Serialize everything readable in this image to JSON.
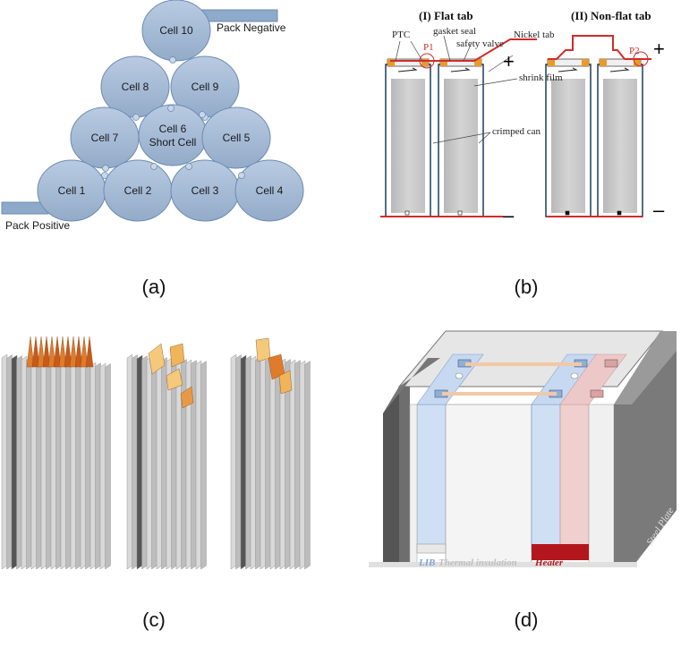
{
  "panel_a": {
    "cells": [
      {
        "id": "cell10",
        "label": "Cell 10"
      },
      {
        "id": "cell8",
        "label": "Cell 8"
      },
      {
        "id": "cell9",
        "label": "Cell 9"
      },
      {
        "id": "cell7",
        "label": "Cell 7"
      },
      {
        "id": "cell6",
        "label": "Cell 6",
        "sublabel": "Short Cell"
      },
      {
        "id": "cell5",
        "label": "Cell 5"
      },
      {
        "id": "cell1",
        "label": "Cell 1"
      },
      {
        "id": "cell2",
        "label": "Cell 2"
      },
      {
        "id": "cell3",
        "label": "Cell 3"
      },
      {
        "id": "cell4",
        "label": "Cell 4"
      }
    ],
    "pack_negative": "Pack Negative",
    "pack_positive": "Pack Positive",
    "cell_color": "#a7bcd6",
    "label": "(a)"
  },
  "panel_b": {
    "title_flat": "(I) Flat tab",
    "title_nonflat": "(II) Non-flat tab",
    "labels": {
      "ptc": "PTC",
      "gasket": "gasket seal",
      "safety": "safety valve",
      "nickel": "Nickel tab",
      "shrink": "shrink film",
      "crimped": "crimped can",
      "p1": "P1",
      "p2": "P2",
      "plus": "+",
      "minus": "–"
    },
    "label": "(b)"
  },
  "panel_c": {
    "label": "(c)"
  },
  "panel_d": {
    "lib": "LIB",
    "thermal": "Thermal insulation",
    "heater": "Heater",
    "steel": "Steel Plate",
    "label": "(d)"
  }
}
